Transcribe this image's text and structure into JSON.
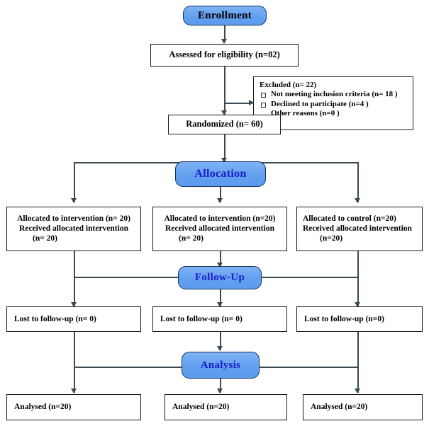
{
  "diagram": {
    "title": "CONSORT participant flow diagram",
    "accent_blue": "#6aa4f0",
    "stage_text_blue": "#1c1ccc",
    "line_color": "#3a4a52",
    "box_border": "#1a1a1a"
  },
  "stages": {
    "enrollment": "Enrollment",
    "allocation": "Allocation",
    "followup": "Follow-Up",
    "analysis": "Analysis"
  },
  "enrollment": {
    "assessed": "Assessed for eligibility (n=82)",
    "randomized": "Randomized (n= 60)",
    "excluded": {
      "heading": "Excluded (n= 22)",
      "reason_1": "Not meeting  inclusion criteria (n= 18 )",
      "reason_2": "Declined to participate (n=4 )",
      "reason_3": "Other reasons (n=0  )"
    }
  },
  "allocation": {
    "left": {
      "line1": "Allocated to intervention (n= 20)",
      "line2": "Received allocated intervention",
      "line3": "(n= 20)"
    },
    "middle": {
      "line1": "Allocated to intervention (n=20)",
      "line2": "Received allocated intervention",
      "line3": "(n= 20)"
    },
    "right": {
      "line1": "Allocated to control (n=20)",
      "line2": "Received allocated  intervention",
      "line3": "(n=20)"
    }
  },
  "followup": {
    "left": "Lost to follow-up (n= 0)",
    "middle": "Lost to follow-up (n= 0)",
    "right": "Lost to follow-up (n=0)"
  },
  "analysis": {
    "left": "Analysed (n=20)",
    "middle": "Analysed (n=20)",
    "right": "Analysed (n=20)"
  }
}
